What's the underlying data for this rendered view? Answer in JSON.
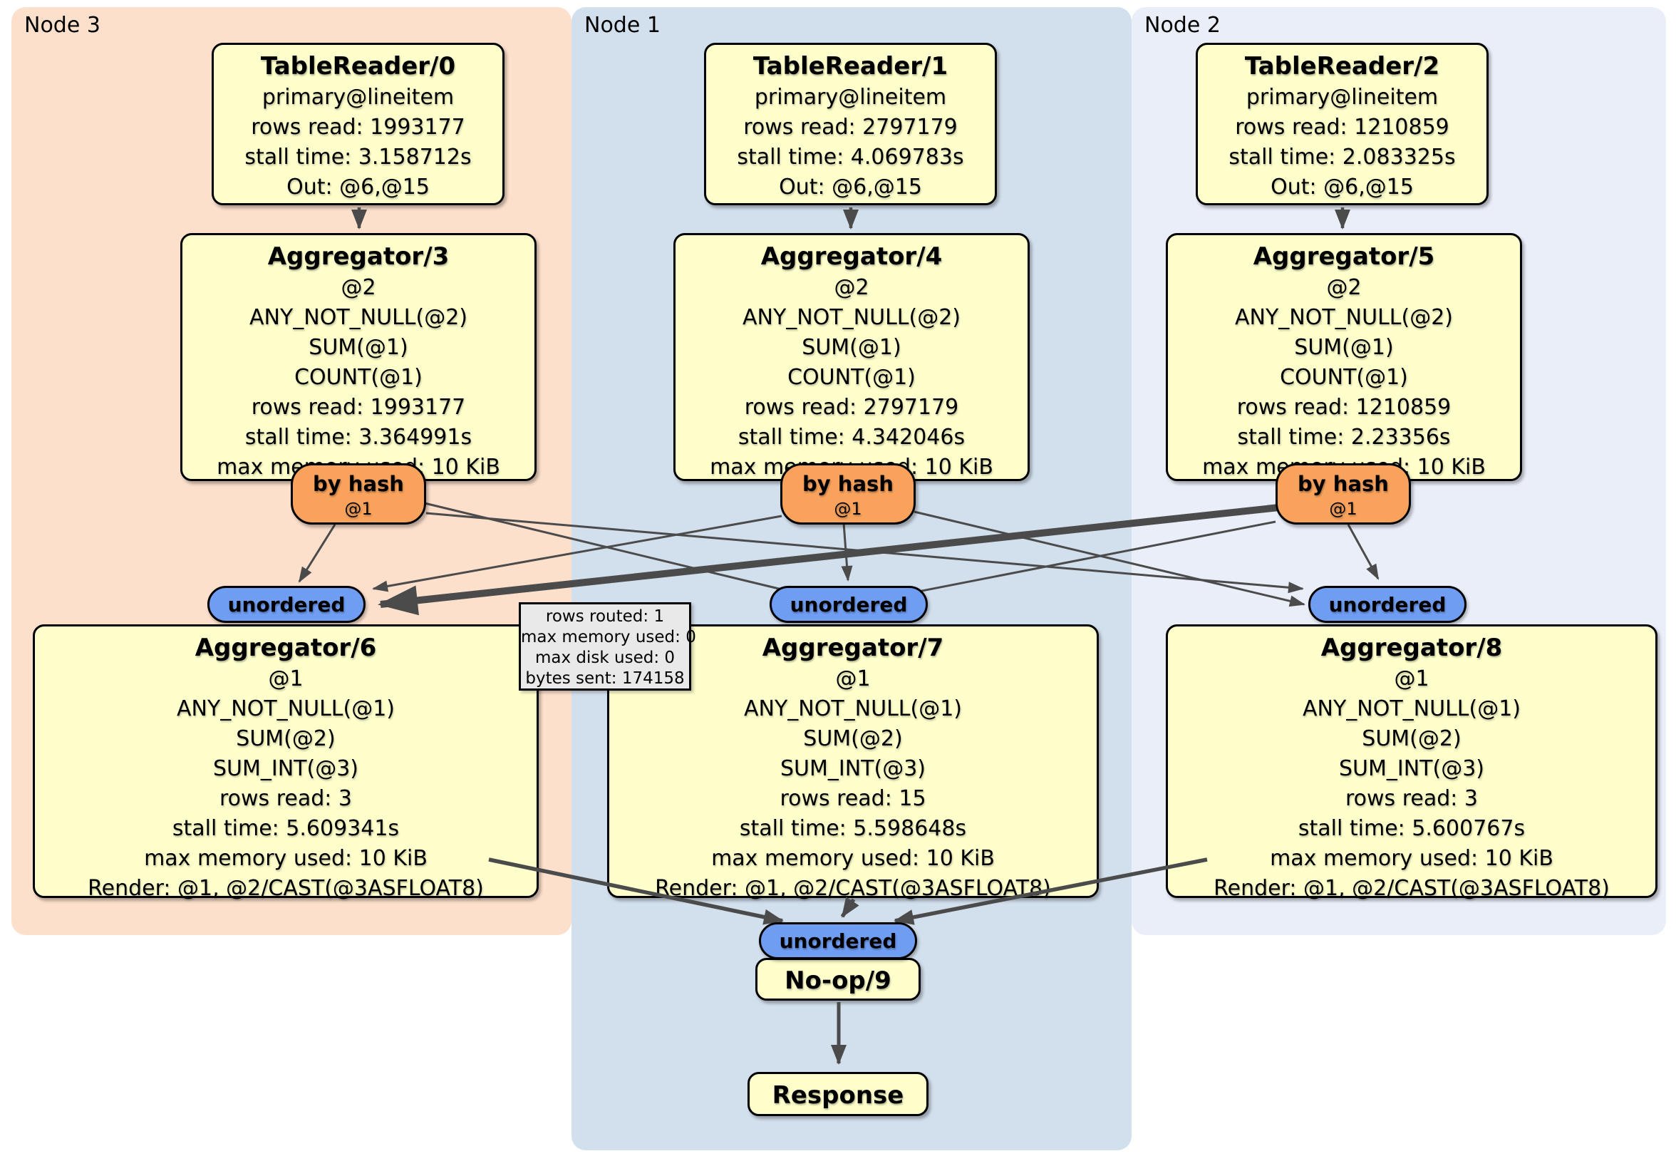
{
  "diagram": {
    "groups": [
      {
        "label": "Node 3"
      },
      {
        "label": "Node 1"
      },
      {
        "label": "Node 2"
      }
    ],
    "processors": {
      "tr0": {
        "title": "TableReader/0",
        "lines": [
          "primary@lineitem",
          "rows read: 1993177",
          "stall time: 3.158712s",
          "Out: @6,@15"
        ]
      },
      "tr1": {
        "title": "TableReader/1",
        "lines": [
          "primary@lineitem",
          "rows read: 2797179",
          "stall time: 4.069783s",
          "Out: @6,@15"
        ]
      },
      "tr2": {
        "title": "TableReader/2",
        "lines": [
          "primary@lineitem",
          "rows read: 1210859",
          "stall time: 2.083325s",
          "Out: @6,@15"
        ]
      },
      "agg3": {
        "title": "Aggregator/3",
        "lines": [
          "@2",
          "ANY_NOT_NULL(@2)",
          "SUM(@1)",
          "COUNT(@1)",
          "rows read: 1993177",
          "stall time: 3.364991s",
          "max memory used: 10 KiB"
        ]
      },
      "agg4": {
        "title": "Aggregator/4",
        "lines": [
          "@2",
          "ANY_NOT_NULL(@2)",
          "SUM(@1)",
          "COUNT(@1)",
          "rows read: 2797179",
          "stall time: 4.342046s",
          "max memory used: 10 KiB"
        ]
      },
      "agg5": {
        "title": "Aggregator/5",
        "lines": [
          "@2",
          "ANY_NOT_NULL(@2)",
          "SUM(@1)",
          "COUNT(@1)",
          "rows read: 1210859",
          "stall time: 2.23356s",
          "max memory used: 10 KiB"
        ]
      },
      "agg6": {
        "title": "Aggregator/6",
        "lines": [
          "@1",
          "ANY_NOT_NULL(@1)",
          "SUM(@2)",
          "SUM_INT(@3)",
          "rows read: 3",
          "stall time: 5.609341s",
          "max memory used: 10 KiB",
          "Render: @1, @2/CAST(@3ASFLOAT8)"
        ]
      },
      "agg7": {
        "title": "Aggregator/7",
        "lines": [
          "@1",
          "ANY_NOT_NULL(@1)",
          "SUM(@2)",
          "SUM_INT(@3)",
          "rows read: 15",
          "stall time: 5.598648s",
          "max memory used: 10 KiB",
          "Render: @1, @2/CAST(@3ASFLOAT8)"
        ]
      },
      "agg8": {
        "title": "Aggregator/8",
        "lines": [
          "@1",
          "ANY_NOT_NULL(@1)",
          "SUM(@2)",
          "SUM_INT(@3)",
          "rows read: 3",
          "stall time: 5.600767s",
          "max memory used: 10 KiB",
          "Render: @1, @2/CAST(@3ASFLOAT8)"
        ]
      },
      "noop": {
        "title": "No-op/9"
      },
      "response": {
        "title": "Response"
      }
    },
    "routers": {
      "by_hash": {
        "label": "by hash",
        "sub": "@1"
      },
      "unordered": {
        "label": "unordered"
      }
    },
    "tooltip": {
      "lines": [
        "rows routed: 1",
        "max memory used: 0",
        "max disk used: 0",
        "bytes sent: 174158"
      ]
    },
    "colors": {
      "node3_bg": "#fce0cc",
      "node1_bg": "#d2dfec",
      "node2_bg": "#eaeef8",
      "processor_bg": "#ffffcc",
      "hash_router_bg": "#f8a25c",
      "unordered_router_bg": "#6f9df2",
      "tooltip_bg": "#e9e9e9",
      "edge": "#4b4b4b"
    }
  }
}
